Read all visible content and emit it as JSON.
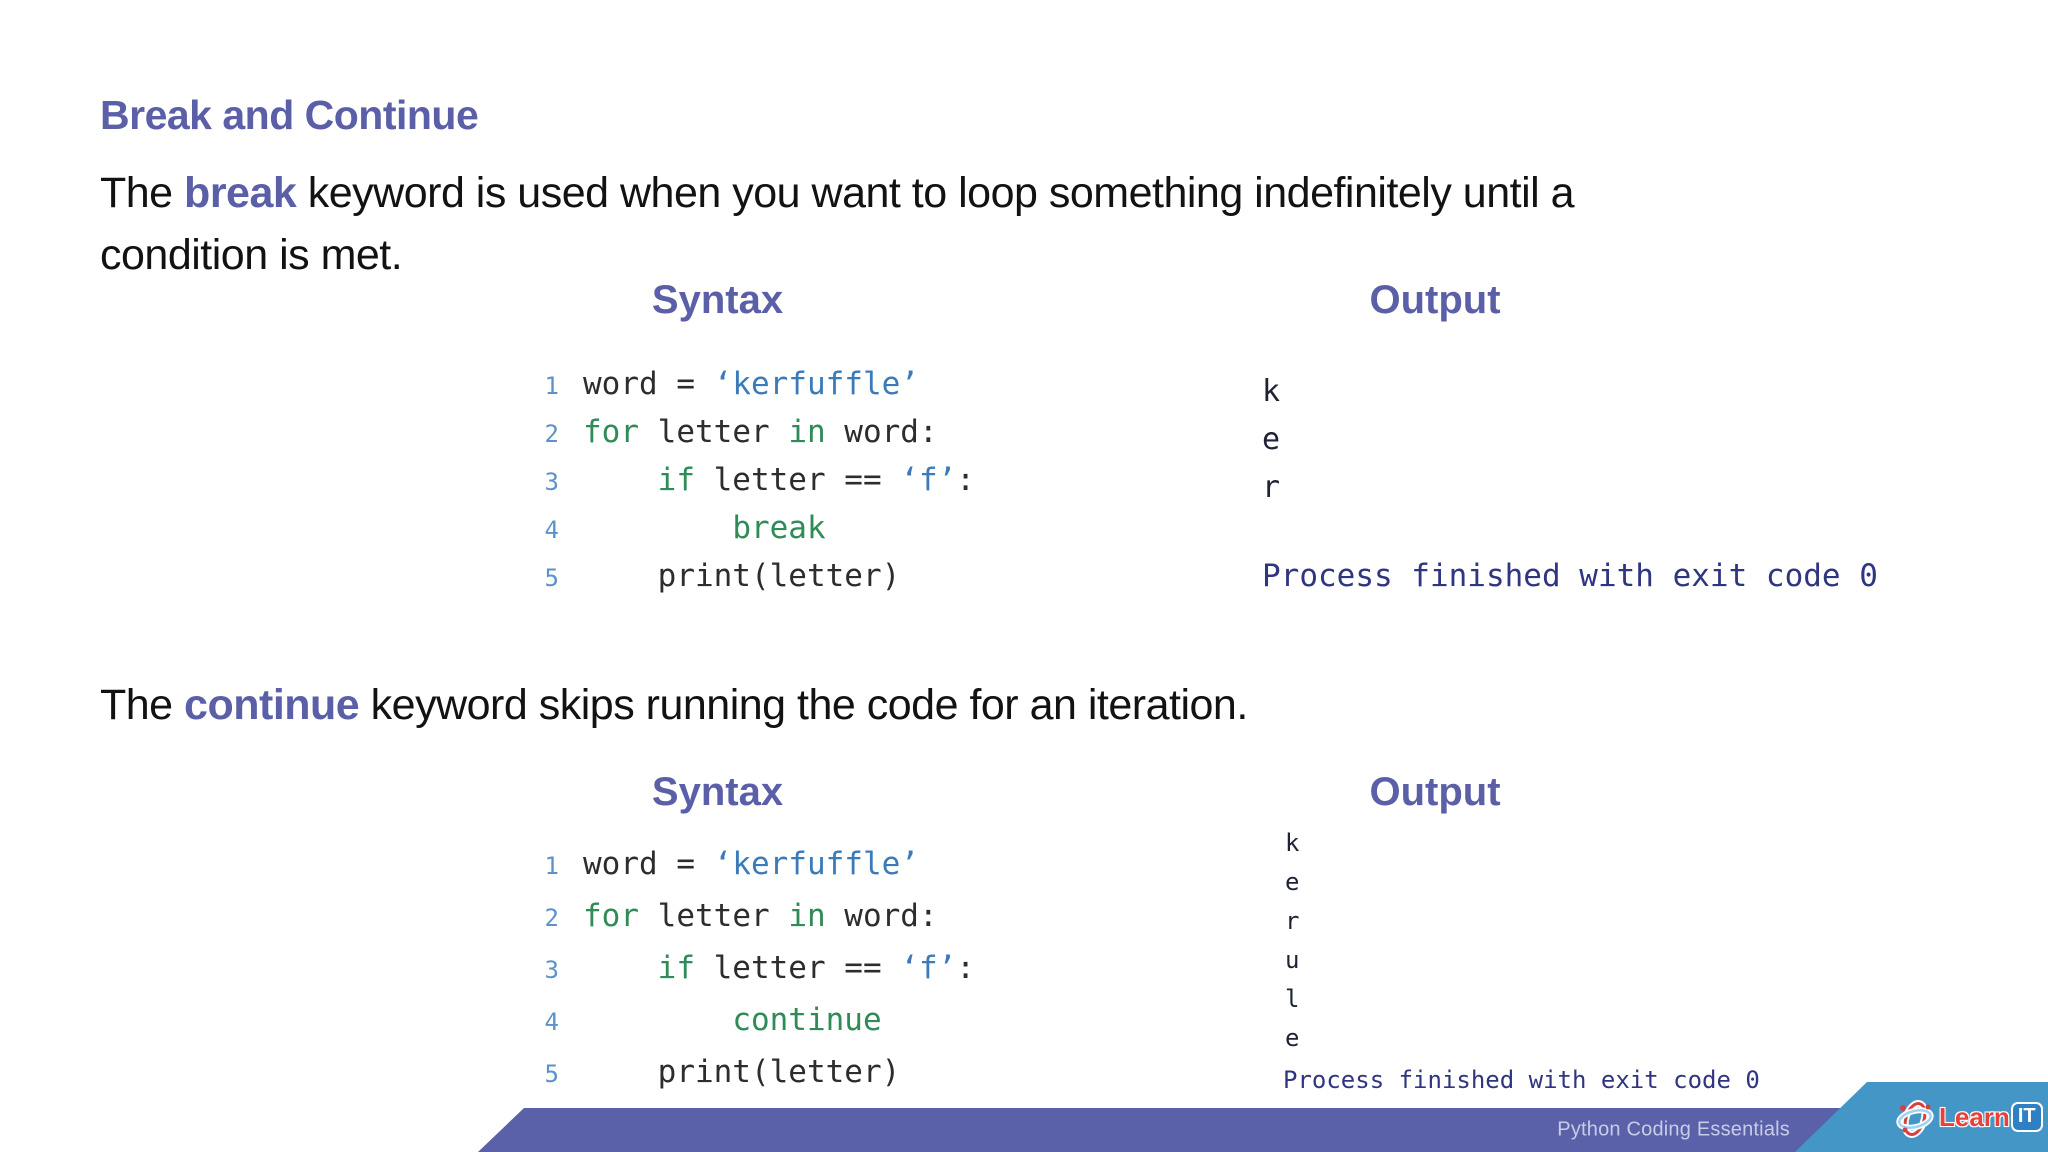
{
  "slide": {
    "title": "Break and Continue",
    "footer_label": "Python Coding Essentials",
    "logo": {
      "learn": "Learn",
      "it": "IT"
    },
    "colors": {
      "accent_purple": "#5a5fa8",
      "footer_purple": "#5a61a8",
      "corner_blue": "#4496c6",
      "code_green": "#2f8b57",
      "code_string_blue": "#3c7ab8",
      "line_number_blue": "#5b92cc",
      "process_navy": "#303580",
      "logo_red": "#e8413c"
    }
  },
  "sections": [
    {
      "id": "break",
      "paragraph_lines": [
        [
          {
            "t": "The "
          },
          {
            "t": "break",
            "accent": true
          },
          {
            "t": " keyword is used when you want to loop something indefinitely until a"
          }
        ],
        [
          {
            "t": "condition is met."
          }
        ]
      ],
      "syntax_label": "Syntax",
      "output_label": "Output",
      "code": [
        {
          "num": "1",
          "tokens": [
            {
              "t": "word = ",
              "c": "plain"
            },
            {
              "t": "‘kerfuffle’",
              "c": "str"
            }
          ]
        },
        {
          "num": "2",
          "tokens": [
            {
              "t": "for",
              "c": "kw"
            },
            {
              "t": " letter ",
              "c": "plain"
            },
            {
              "t": "in",
              "c": "kw"
            },
            {
              "t": " word:",
              "c": "plain"
            }
          ]
        },
        {
          "num": "3",
          "tokens": [
            {
              "t": "    ",
              "c": "plain"
            },
            {
              "t": "if",
              "c": "kw"
            },
            {
              "t": " letter == ",
              "c": "plain"
            },
            {
              "t": "‘f’",
              "c": "str"
            },
            {
              "t": ":",
              "c": "plain"
            }
          ]
        },
        {
          "num": "4",
          "tokens": [
            {
              "t": "        ",
              "c": "plain"
            },
            {
              "t": "break",
              "c": "kw"
            }
          ]
        },
        {
          "num": "5",
          "tokens": [
            {
              "t": "    print(letter)",
              "c": "plain"
            }
          ]
        }
      ],
      "output_lines": [
        "k",
        "e",
        "r"
      ],
      "process_line": "Process finished with exit code 0"
    },
    {
      "id": "continue",
      "paragraph_lines": [
        [
          {
            "t": "The "
          },
          {
            "t": "continue",
            "accent": true
          },
          {
            "t": " keyword skips running the code for an iteration."
          }
        ]
      ],
      "syntax_label": "Syntax",
      "output_label": "Output",
      "code": [
        {
          "num": "1",
          "tokens": [
            {
              "t": "word = ",
              "c": "plain"
            },
            {
              "t": "‘kerfuffle’",
              "c": "str"
            }
          ]
        },
        {
          "num": "2",
          "tokens": [
            {
              "t": "for",
              "c": "kw"
            },
            {
              "t": " letter ",
              "c": "plain"
            },
            {
              "t": "in",
              "c": "kw"
            },
            {
              "t": " word:",
              "c": "plain"
            }
          ]
        },
        {
          "num": "3",
          "tokens": [
            {
              "t": "    ",
              "c": "plain"
            },
            {
              "t": "if",
              "c": "kw"
            },
            {
              "t": " letter == ",
              "c": "plain"
            },
            {
              "t": "‘f’",
              "c": "str"
            },
            {
              "t": ":",
              "c": "plain"
            }
          ]
        },
        {
          "num": "4",
          "tokens": [
            {
              "t": "        ",
              "c": "plain"
            },
            {
              "t": "continue",
              "c": "kw"
            }
          ]
        },
        {
          "num": "5",
          "tokens": [
            {
              "t": "    print(letter)",
              "c": "plain"
            }
          ]
        }
      ],
      "output_lines": [
        "k",
        "e",
        "r",
        "u",
        "l",
        "e"
      ],
      "process_line": "Process finished with exit code 0"
    }
  ]
}
